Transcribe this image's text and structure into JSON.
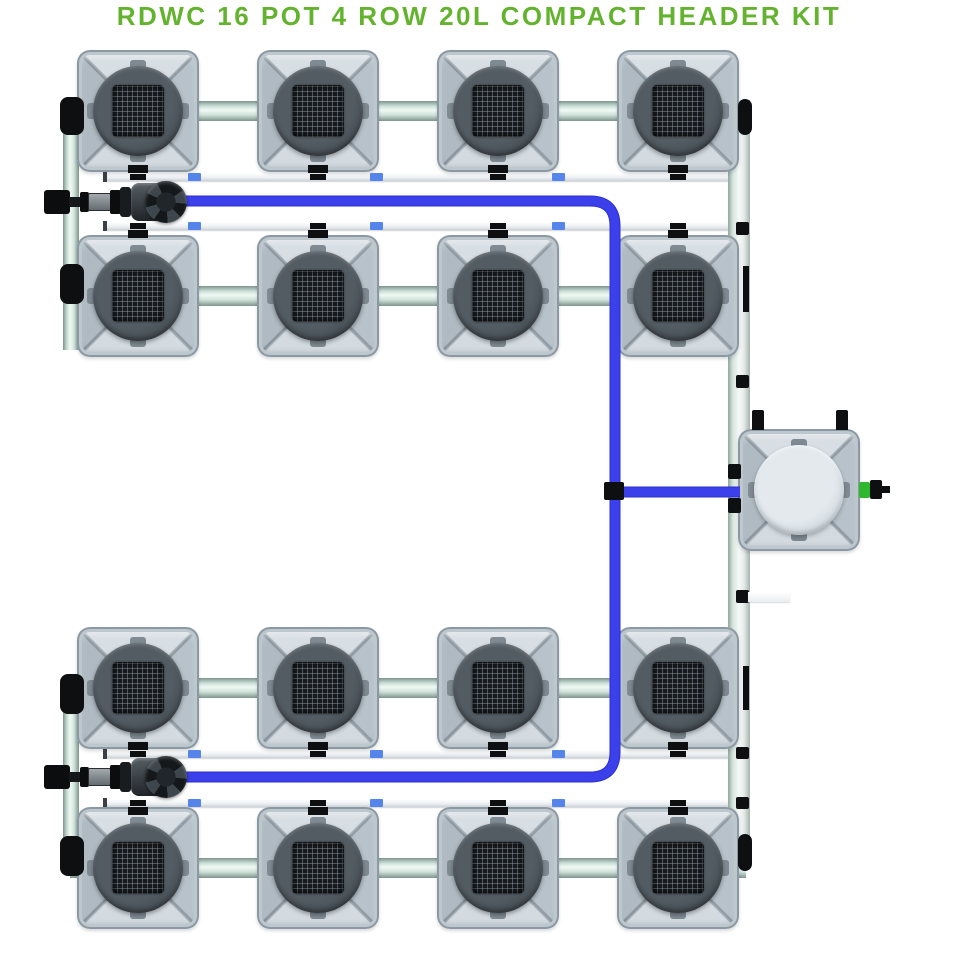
{
  "title": {
    "text": "RDWC 16 POT 4 ROW 20L COMPACT HEADER KIT",
    "color": "#64b32f"
  },
  "system": {
    "kind": "RDWC hydroponic kit top-view diagram",
    "pot_rows": 4,
    "pots_per_row": 4,
    "total_grow_pots": 16,
    "header_tank_count": 1,
    "pump_count": 2,
    "grow_pot": {
      "lid_color": "#4a5258",
      "mesh_insert": "black square mesh grid",
      "body_color": "#c6cfd6"
    },
    "header_tank": {
      "lid_color": "#d6dde2",
      "top_ports": 2,
      "valve": {
        "side": "right",
        "color": "#2eb82e"
      }
    },
    "plumbing": {
      "blue_delivery_tubing_color": "#3b40ea",
      "white_return_pipe_color": "#f0f2f4",
      "aqua_link_pipe_color": "#cfe2da",
      "coupler_blue_color": "#5585ea",
      "fitting_black_color": "#0d0f10"
    }
  }
}
